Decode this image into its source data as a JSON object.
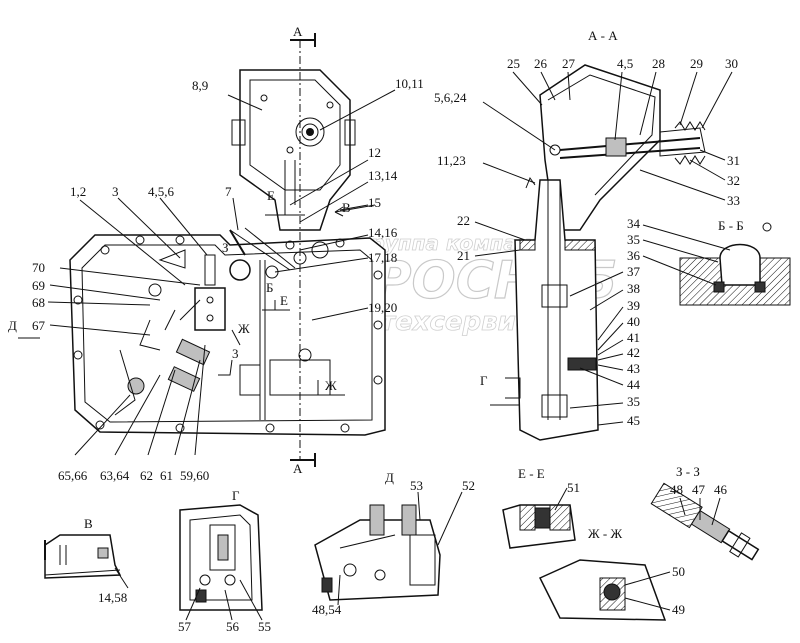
{
  "callouts": {
    "main": [
      "8,9",
      "10,11",
      "12",
      "13,14",
      "15",
      "14,16",
      "17,18",
      "19,20",
      "7",
      "1,2",
      "3",
      "4,5,6",
      "70",
      "69",
      "68",
      "67",
      "65,66",
      "63,64",
      "62",
      "61",
      "59,60",
      "3"
    ],
    "section_aa": [
      "25",
      "26",
      "27",
      "4,5",
      "28",
      "29",
      "30",
      "5,6,24",
      "31",
      "11,23",
      "32",
      "33",
      "22",
      "21",
      "34",
      "35",
      "36",
      "37",
      "38",
      "39",
      "40",
      "41",
      "42",
      "43",
      "44",
      "35",
      "45"
    ],
    "view_b": [
      "14,58"
    ],
    "view_g": [
      "57",
      "56",
      "55"
    ],
    "view_d": [
      "53",
      "52",
      "48,54"
    ],
    "section_ee": [
      "51"
    ],
    "section_zz": [
      "50",
      "49"
    ],
    "section_33": [
      "48",
      "47",
      "46"
    ]
  },
  "section_marks": {
    "a_top": "А",
    "a_bottom": "А",
    "v": "В",
    "e_top": "Е",
    "e_mid": "Е",
    "b_mark": "Б",
    "zh_mid": "Ж",
    "zh_bottom": "Ж",
    "d_side": "Д",
    "g_side": "Г",
    "z_small": "З"
  },
  "titles": {
    "aa": "А - А",
    "bb": "Б - Б",
    "v": "В",
    "g": "Г",
    "d": "Д",
    "ee": "Е - Е",
    "zz": "Ж - Ж",
    "z3": "З - З"
  },
  "watermark": {
    "top": "группа компаний",
    "main": "АГРОСНАБ",
    "bottom": "техсервис"
  }
}
